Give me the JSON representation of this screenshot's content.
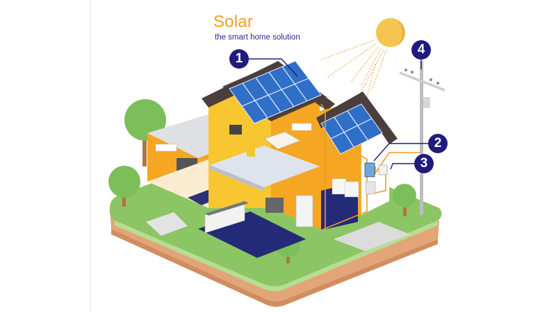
{
  "header": {
    "title": "Solar",
    "subtitle": "the smart home solution"
  },
  "callouts": [
    {
      "number": "1",
      "target": "rooftop solar panels"
    },
    {
      "number": "2",
      "target": "inverter"
    },
    {
      "number": "3",
      "target": "electricity meter"
    },
    {
      "number": "4",
      "target": "utility grid pole"
    }
  ],
  "colors": {
    "title": "#f0a01e",
    "subtitle": "#2a2a8c",
    "badge": "#1f1c7e",
    "wall_orange": "#f5a623",
    "wall_yellow": "#f7c631",
    "roof": "#4a3f3c",
    "panel": "#2f6fc7",
    "grass": "#8cc563",
    "soil": "#e3a477",
    "floor_tile": "#232a78",
    "sun": "#f5c451"
  }
}
